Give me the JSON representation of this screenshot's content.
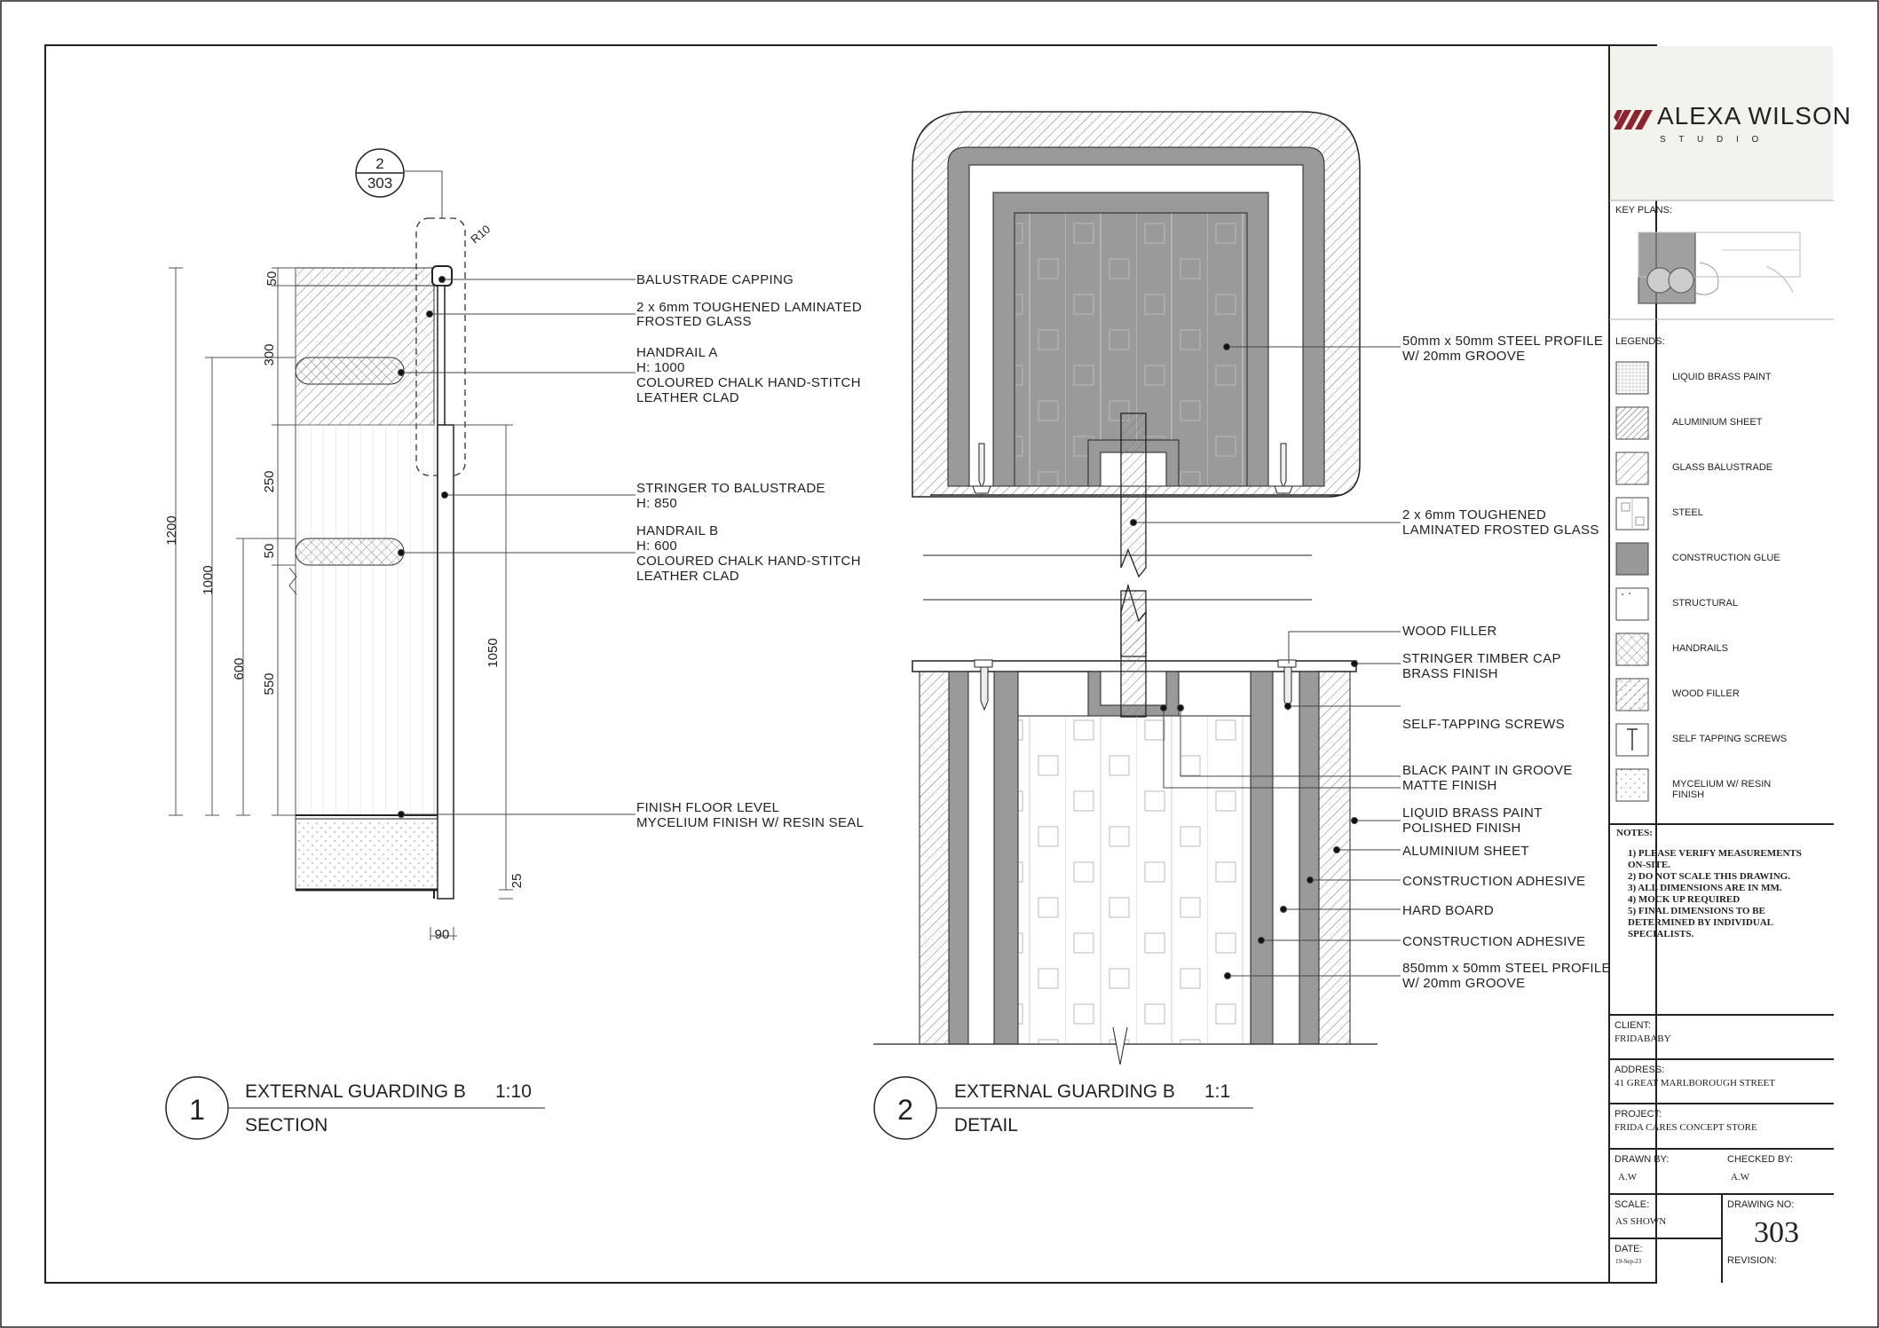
{
  "brand": {
    "name": "ALEXA WILSON",
    "sub": "S T U D I O",
    "accent": "#8e2330"
  },
  "keyplans_label": "KEY PLANS:",
  "legends_label": "LEGENDS:",
  "legend_items": [
    {
      "label": "LIQUID BRASS PAINT",
      "icon": "liquid-brass-icon"
    },
    {
      "label": "ALUMINIUM SHEET",
      "icon": "aluminium-icon"
    },
    {
      "label": "GLASS BALUSTRADE",
      "icon": "glass-icon"
    },
    {
      "label": "STEEL",
      "icon": "steel-icon"
    },
    {
      "label": "CONSTRUCTION GLUE",
      "icon": "glue-icon"
    },
    {
      "label": "STRUCTURAL",
      "icon": "structural-icon"
    },
    {
      "label": "HANDRAILS",
      "icon": "handrail-icon"
    },
    {
      "label": "WOOD FILLER",
      "icon": "wood-filler-icon"
    },
    {
      "label": "SELF TAPPING SCREWS",
      "icon": "screw-icon"
    },
    {
      "label": "MYCELIUM W/ RESIN",
      "label2": "FINISH",
      "icon": "mycelium-icon"
    }
  ],
  "notes": {
    "title": "NOTES:",
    "lines": [
      "1)  PLEASE VERIFY MEASUREMENTS",
      "      ON-SITE.",
      "2)  DO NOT SCALE THIS DRAWING.",
      "3)  ALL DIMENSIONS ARE IN MM.",
      "4)  MOCK UP REQUIRED",
      "5)  FINAL DIMENSIONS TO BE",
      "      DETERMINED BY INDIVIDUAL",
      "      SPECIALISTS."
    ]
  },
  "title_block": {
    "client_label": "CLIENT:",
    "client": "FRIDABABY",
    "address_label": "ADDRESS:",
    "address": "41 GREAT MARLBOROUGH STREET",
    "project_label": "PROJECT:",
    "project": "FRIDA CARES CONCEPT STORE",
    "drawn_label": "DRAWN BY:",
    "drawn": "A.W",
    "checked_label": "CHECKED BY:",
    "checked": "A.W",
    "scale_label": "SCALE:",
    "scale": "AS SHOWN",
    "date_label": "DATE:",
    "date": "19-Sep-23",
    "drawing_no_label": "DRAWING NO:",
    "drawing_no": "303",
    "revision_label": "REVISION:"
  },
  "drawing1": {
    "number": "1",
    "title": "EXTERNAL GUARDING B",
    "scale": "1:10",
    "subtitle": "SECTION",
    "ref_top": "2",
    "ref_bottom": "303",
    "radius_note": "R10",
    "dims": {
      "d50a": "50",
      "d300": "300",
      "d250": "250",
      "d50b": "50",
      "d550": "550",
      "d1200": "1200",
      "d1000": "1000",
      "d600": "600",
      "d1050": "1050",
      "d25": "25",
      "d90": "90"
    },
    "callouts": {
      "capping": "BALUSTRADE CAPPING",
      "glass1": "2 x 6mm TOUGHENED LAMINATED",
      "glass2": "FROSTED GLASS",
      "ha1": "HANDRAIL A",
      "ha2": "H: 1000",
      "ha3": "COLOURED CHALK HAND-STITCH",
      "ha4": "LEATHER CLAD",
      "st1": "STRINGER TO BALUSTRADE",
      "st2": "H: 850",
      "hb1": "HANDRAIL B",
      "hb2": "H: 600",
      "hb3": "COLOURED CHALK HAND-STITCH",
      "hb4": "LEATHER CLAD",
      "ff1": "FINISH FLOOR LEVEL",
      "ff2": "MYCELIUM FINISH W/ RESIN SEAL"
    }
  },
  "drawing2": {
    "number": "2",
    "title": "EXTERNAL GUARDING B",
    "scale": "1:1",
    "subtitle": "DETAIL",
    "callouts": {
      "sp1": "50mm x 50mm STEEL PROFILE",
      "sp2": "W/ 20mm GROOVE",
      "g1": "2 x 6mm TOUGHENED",
      "g2": "LAMINATED FROSTED GLASS",
      "wf": "WOOD FILLER",
      "cap1": "STRINGER TIMBER CAP",
      "cap2": "BRASS FINISH",
      "screws": "SELF-TAPPING SCREWS",
      "bp1": "BLACK PAINT IN GROOVE",
      "bp2": "MATTE FINISH",
      "lb1": "LIQUID BRASS PAINT",
      "lb2": "POLISHED FINISH",
      "al": "ALUMINIUM SHEET",
      "ca1": "CONSTRUCTION ADHESIVE",
      "hb": "HARD BOARD",
      "ca2": "CONSTRUCTION ADHESIVE",
      "sp3": "850mm x 50mm STEEL PROFILE",
      "sp4": "W/ 20mm GROOVE"
    }
  }
}
